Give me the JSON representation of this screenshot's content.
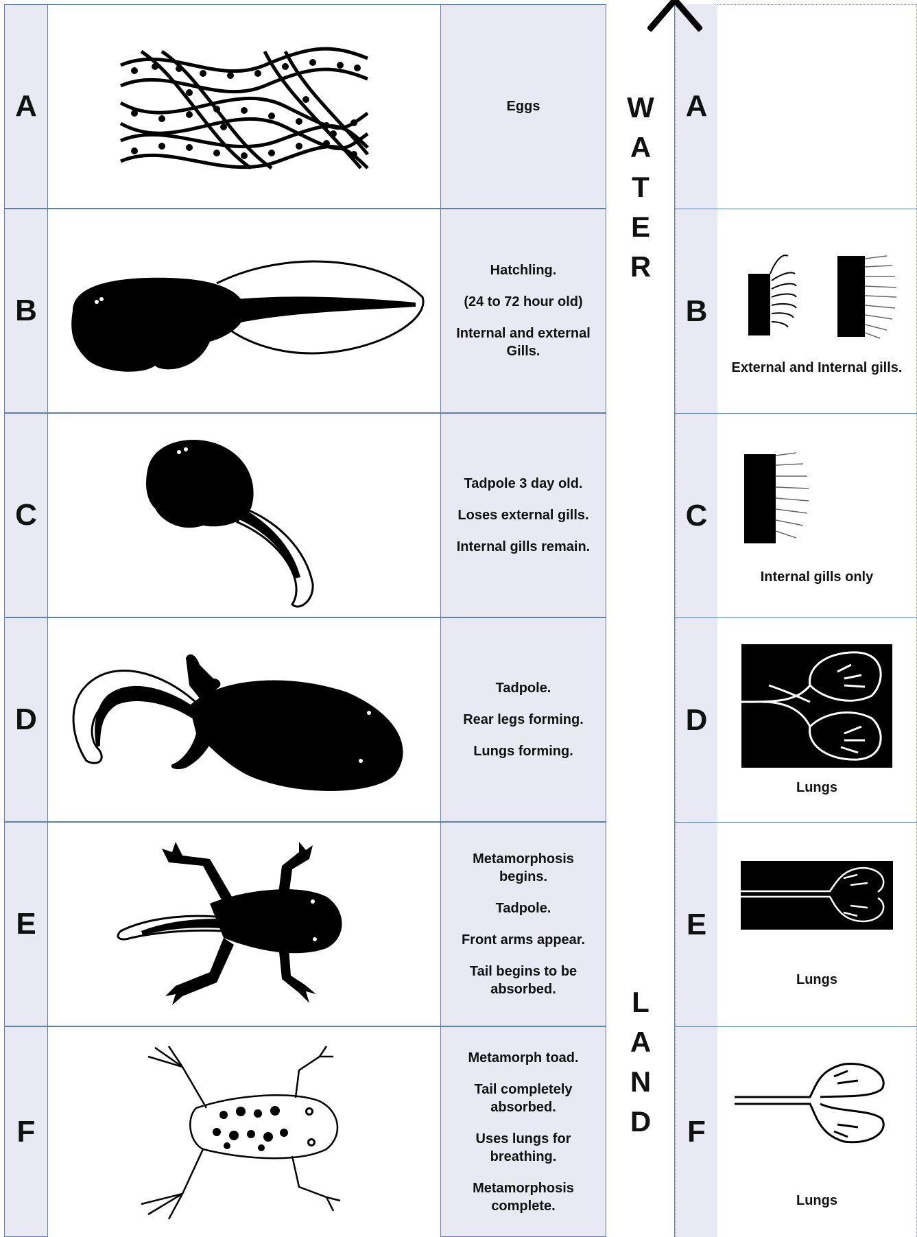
{
  "rows": [
    {
      "letter": "A",
      "desc": [
        "Eggs"
      ],
      "organ_letter": "A",
      "organ_caption": ""
    },
    {
      "letter": "B",
      "desc": [
        "Hatchling.",
        "(24 to 72 hour old)",
        "Internal and external Gills."
      ],
      "organ_letter": "B",
      "organ_caption": "External and  Internal gills."
    },
    {
      "letter": "C",
      "desc": [
        "Tadpole 3 day old.",
        "Loses external gills.",
        "Internal gills remain."
      ],
      "organ_letter": "C",
      "organ_caption": "Internal gills only"
    },
    {
      "letter": "D",
      "desc": [
        "Tadpole.",
        "Rear legs forming.",
        "Lungs forming."
      ],
      "organ_letter": "D",
      "organ_caption": "Lungs"
    },
    {
      "letter": "E",
      "desc": [
        "Metamorphosis begins.",
        "Tadpole.",
        "Front arms appear.",
        "Tail begins to be absorbed."
      ],
      "organ_letter": "E",
      "organ_caption": "Lungs"
    },
    {
      "letter": "F",
      "desc": [
        "Metamorph toad.",
        "Tail completely absorbed.",
        "Uses lungs for breathing.",
        "Metamorphosis complete."
      ],
      "organ_letter": "F",
      "organ_caption": "Lungs"
    }
  ],
  "water_letters": [
    "W",
    "A",
    "T",
    "E",
    "R"
  ],
  "land_letters": [
    "L",
    "A",
    "N",
    "D"
  ]
}
